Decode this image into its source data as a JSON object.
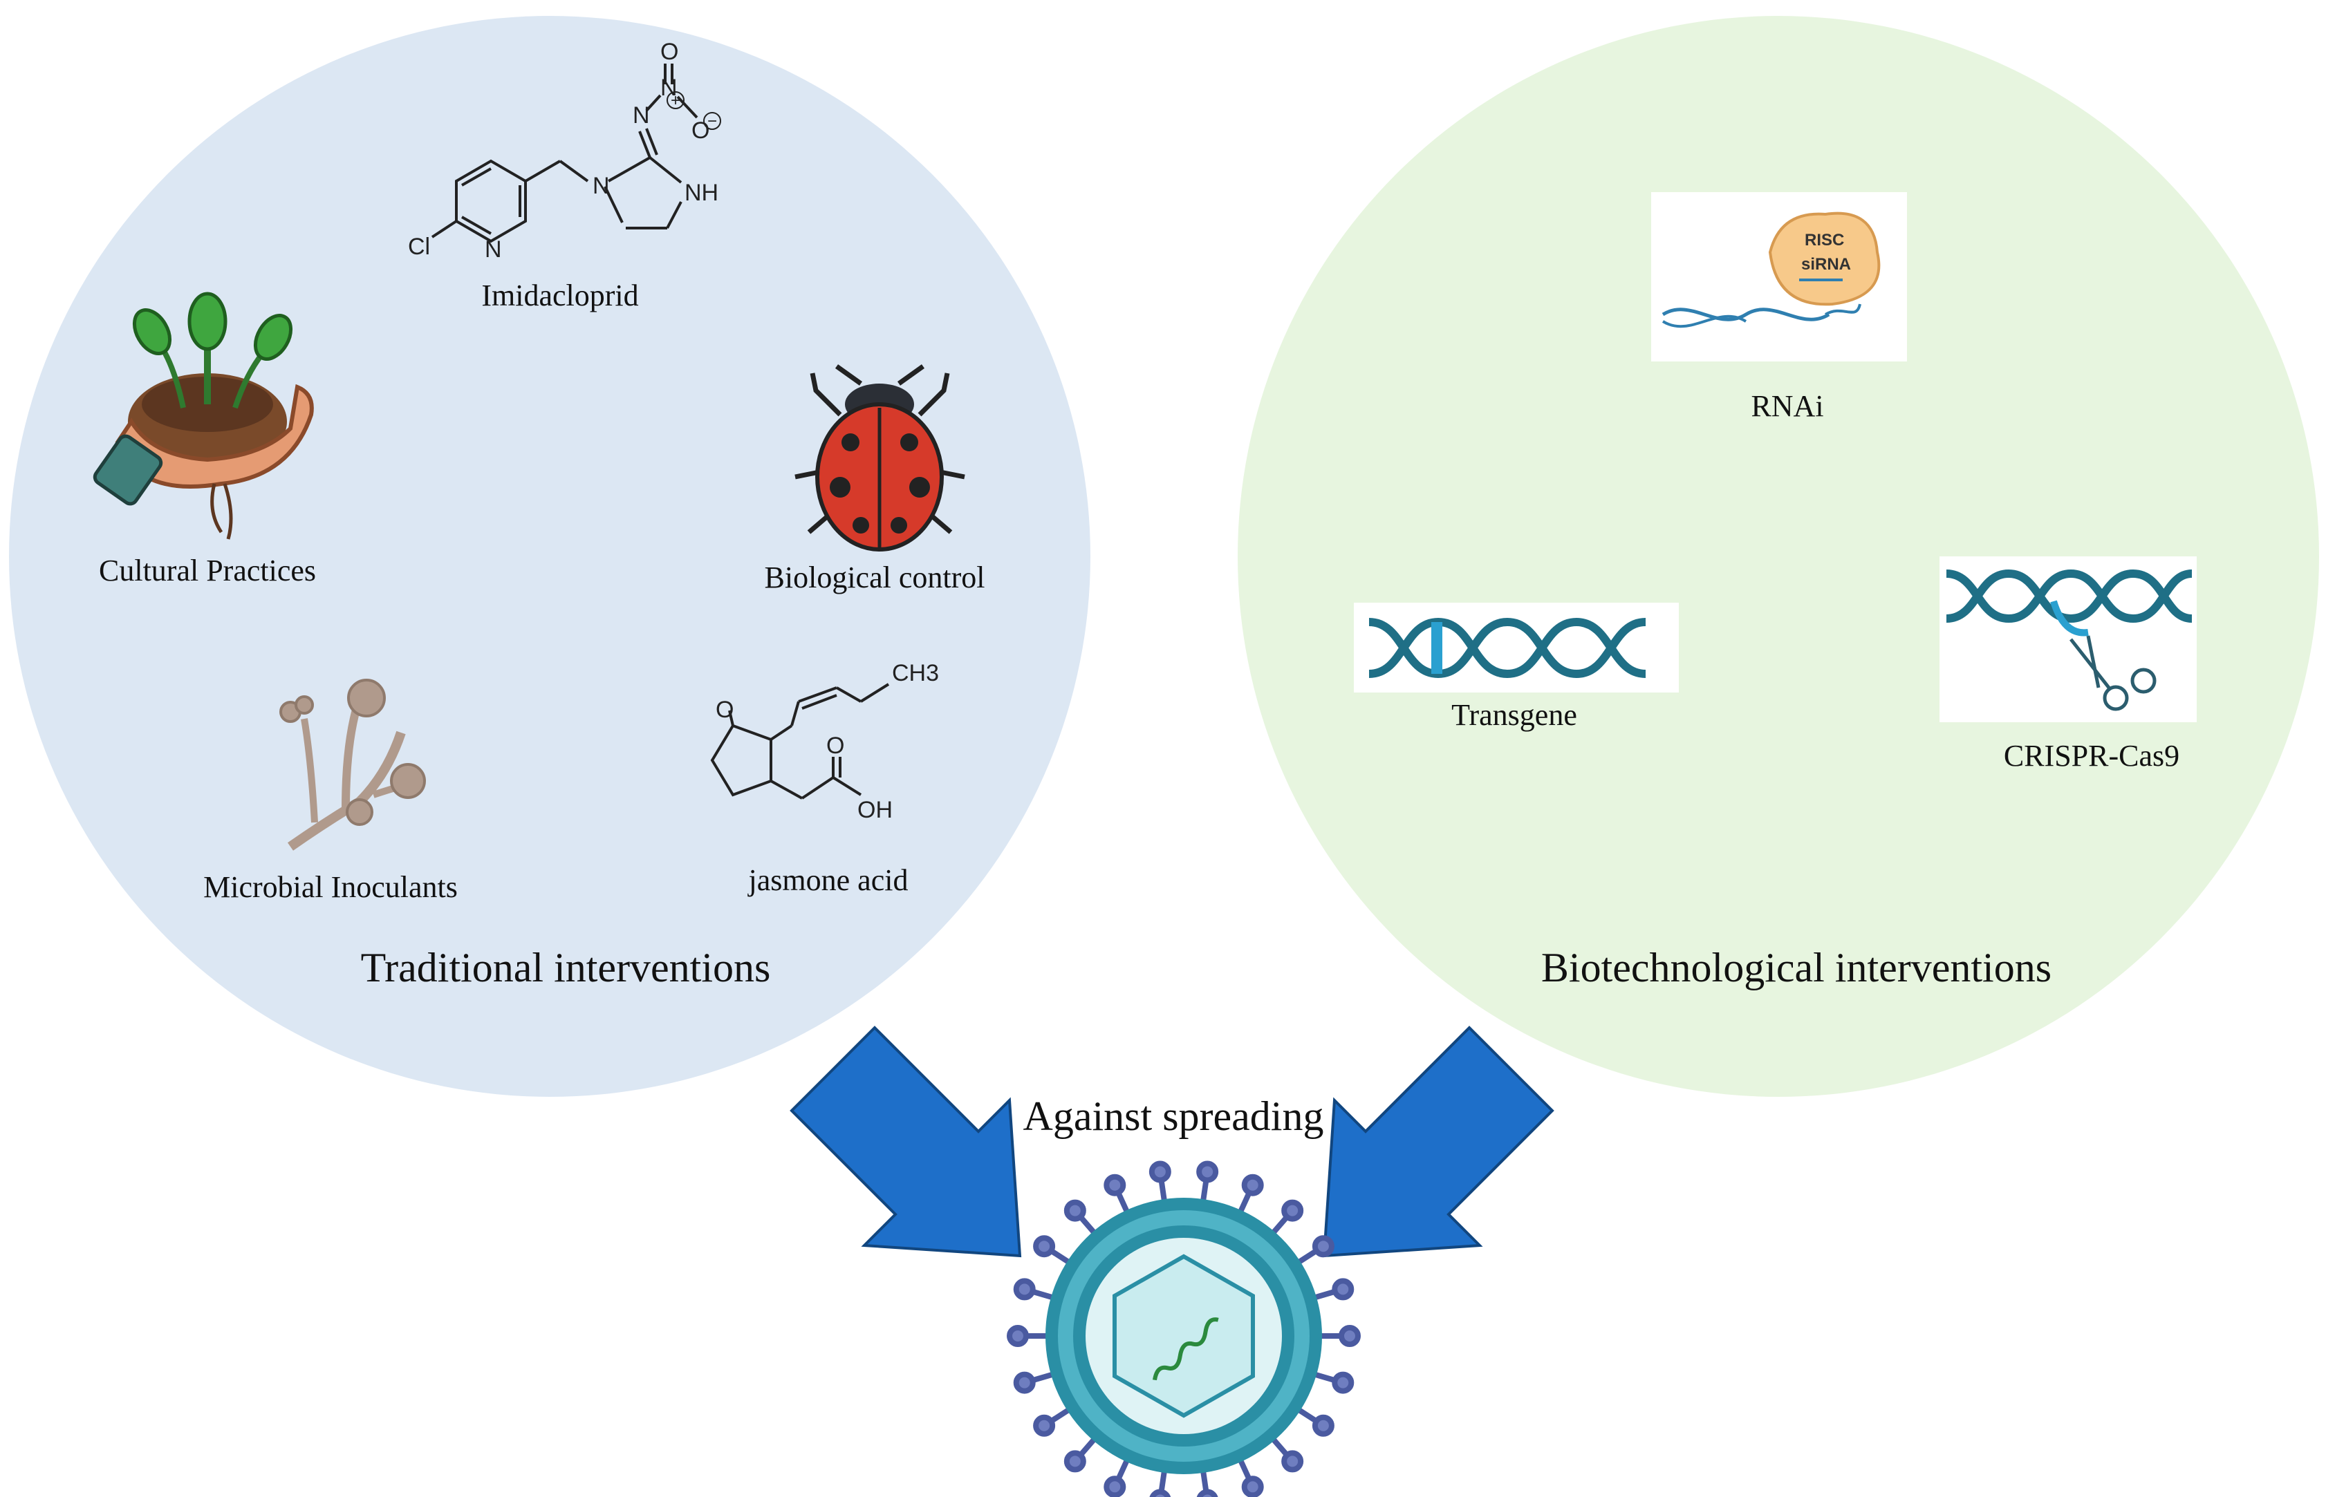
{
  "colors": {
    "traditional_circle": "#dce7f3",
    "biotech_circle": "#e7f5df",
    "arrow_blue": "#1e6fc9",
    "dna_teal": "#1f6f86",
    "virus_teal": "#2a8fa5"
  },
  "traditional": {
    "title": "Traditional interventions",
    "items": {
      "imidacloprid": "Imidacloprid",
      "cultural": "Cultural Practices",
      "biological": "Biological control",
      "microbial": "Microbial Inoculants",
      "jasmone": "jasmone acid"
    }
  },
  "biotech": {
    "title": "Biotechnological interventions",
    "items": {
      "rnai": "RNAi",
      "transgene": "Transgene",
      "crispr": "CRISPR-Cas9"
    },
    "risc_label": "RISC",
    "sirna_label": "siRNA"
  },
  "chemistry": {
    "cl": "Cl",
    "n": "N",
    "nh": "NH",
    "o": "O",
    "oh": "OH",
    "ch3": "CH3",
    "plus": "+",
    "minus": "−"
  },
  "center_label": "Against spreading",
  "icons": [
    "hand-plant-icon",
    "ladybug-icon",
    "fungus-icon",
    "dna-icon",
    "scissors-icon",
    "virus-icon",
    "arrow-icon"
  ]
}
